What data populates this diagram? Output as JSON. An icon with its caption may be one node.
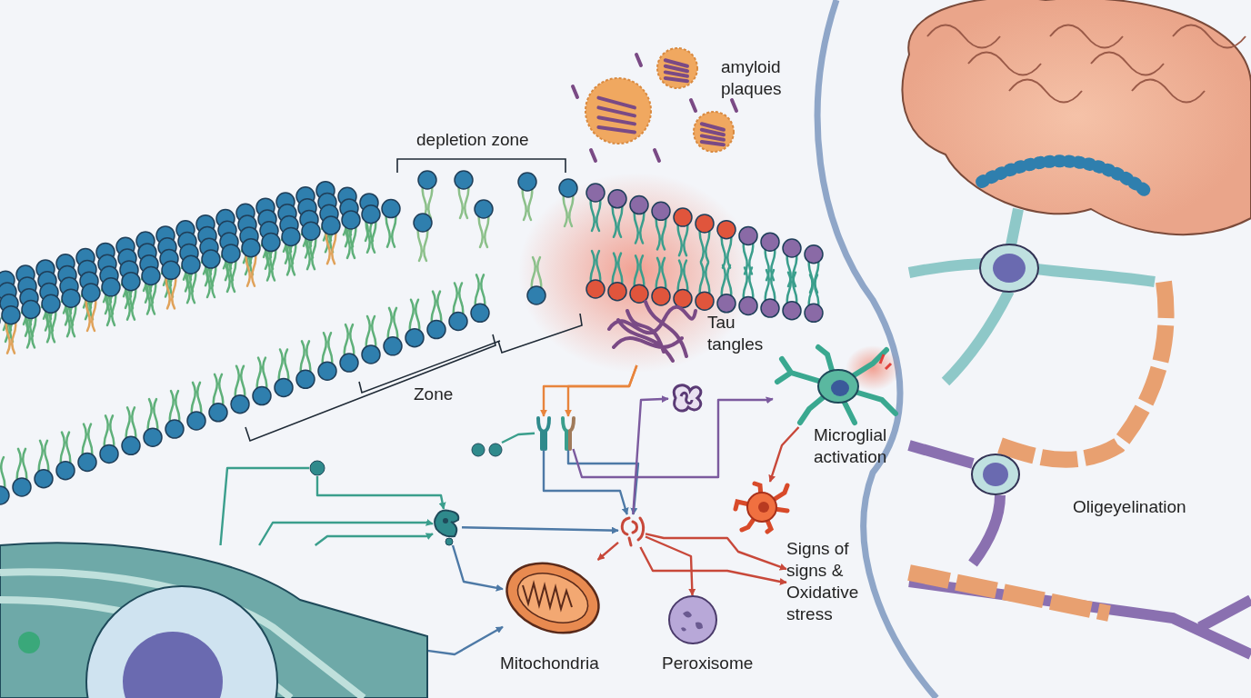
{
  "diagram": {
    "nodes": [
      {
        "text": [],
        "shape": "picture",
        "beside": [
          "Tau tangles"
        ]
      },
      {
        "text": [],
        "shape": "picture"
      },
      {
        "text": [],
        "shape": "picture"
      },
      {
        "text": [],
        "shape": "picture"
      },
      {
        "text": [],
        "shape": "circle"
      },
      {
        "text": [],
        "shape": "picture"
      },
      {
        "text": [],
        "shape": "picture"
      },
      {
        "text": [],
        "shape": "picture"
      },
      {
        "text": [],
        "shape": "picture"
      },
      {
        "text": [],
        "shape": "picture",
        "beside": [
          "Microglial activation"
        ]
      },
      {
        "text": [],
        "shape": "picture"
      },
      {
        "text": [],
        "shape": "picture",
        "beside": [
          "Mitochondria"
        ]
      },
      {
        "text": [],
        "shape": "picture",
        "beside": [
          "Peroxisome"
        ]
      },
      {
        "text": [
          "Signs of signs & Oxidative stress"
        ]
      }
    ],
    "edges": [
      {
        "from": 0,
        "to": 1,
        "arrow": "to",
        "color": "#e8843c"
      },
      {
        "from": 0,
        "to": 2,
        "arrow": "to",
        "color": "#e8843c"
      },
      {
        "from": 3,
        "to": 1,
        "arrow": "none",
        "color": "#3a9e8c"
      },
      {
        "from": 4,
        "to": 6,
        "arrow": "to",
        "color": "#3a9e8c"
      },
      {
        "from": 5,
        "to": 6,
        "arrow": "to",
        "color": "#3a9e8c"
      },
      {
        "from": 5,
        "to": 6,
        "arrow": "to",
        "color": "#3a9e8c"
      },
      {
        "from": 5,
        "to": 4,
        "arrow": "none",
        "color": "#3a9e8c"
      },
      {
        "from": 1,
        "to": 7,
        "arrow": "to"
      },
      {
        "from": 2,
        "to": 7,
        "arrow": "to"
      },
      {
        "from": 6,
        "to": 7,
        "arrow": "to"
      },
      {
        "from": 6,
        "to": 11,
        "arrow": "to"
      },
      {
        "from": 5,
        "to": 11,
        "arrow": "to"
      },
      {
        "from": 7,
        "to": 8,
        "arrow": "to",
        "color": "#7b5a9e"
      },
      {
        "from": 2,
        "to": 9,
        "arrow": "to",
        "color": "#7b5a9e"
      },
      {
        "from": 9,
        "to": 10,
        "arrow": "to",
        "color": "#c8483a"
      },
      {
        "from": 7,
        "to": 11,
        "arrow": "to",
        "color": "#c8483a"
      },
      {
        "from": 7,
        "to": 12,
        "arrow": "to",
        "color": "#c8483a"
      },
      {
        "from": 7,
        "to": 13,
        "arrow": "to",
        "color": "#c8483a"
      },
      {
        "from": 7,
        "to": 13,
        "arrow": "to",
        "color": "#c8483a"
      }
    ],
    "labels": [
      "depletion zone",
      "Zone",
      "amyloid plaques",
      "Oligeyelination"
    ]
  }
}
